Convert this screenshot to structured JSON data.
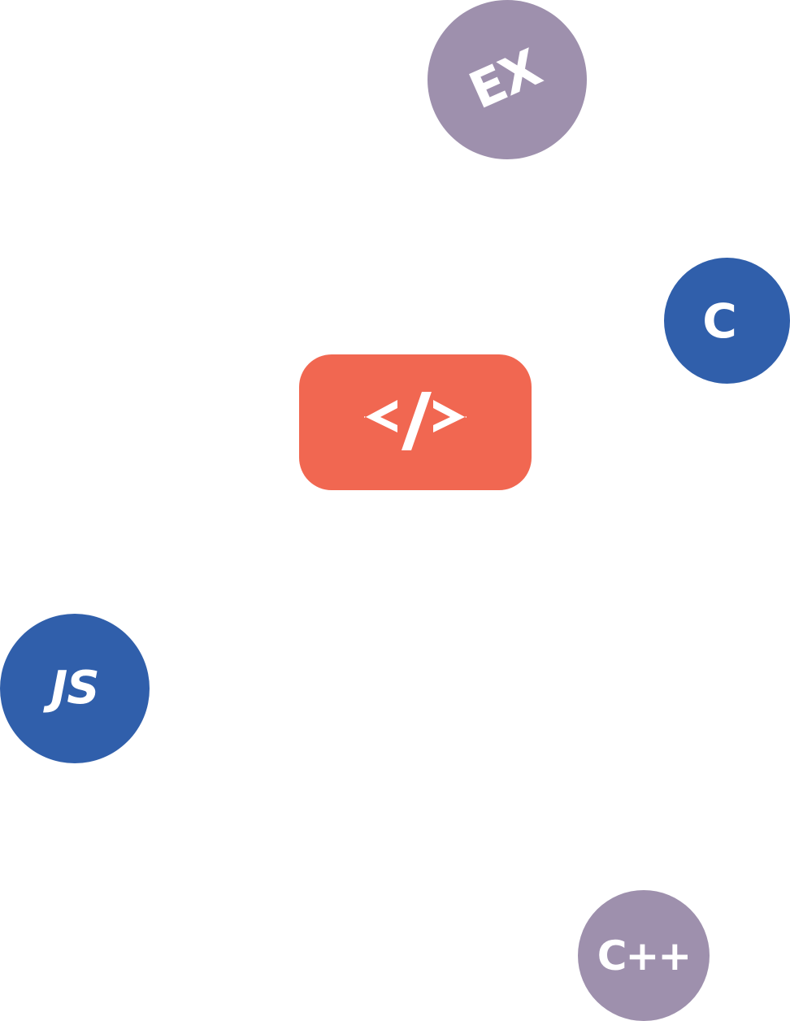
{
  "colors": {
    "background": "#ffffff",
    "purple": "#9e90ad",
    "blue": "#305fab",
    "coral": "#f16751",
    "text": "#ffffff"
  },
  "bubbles": {
    "ex": {
      "label": "EX"
    },
    "c": {
      "label": "C"
    },
    "js": {
      "label": "JS"
    },
    "cpp": {
      "label": "C++"
    }
  },
  "center_icon": {
    "icon": "code-brackets-icon"
  }
}
